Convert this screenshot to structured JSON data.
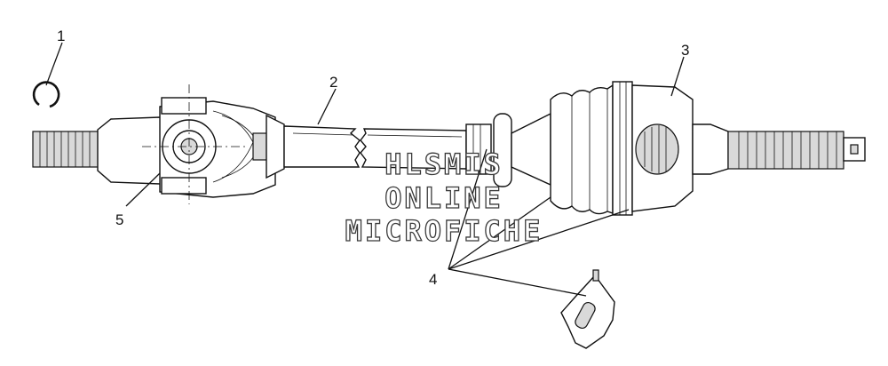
{
  "callouts": {
    "c1": "1",
    "c2": "2",
    "c3": "3",
    "c4": "4",
    "c5": "5"
  },
  "watermark": {
    "line1": "HLSMIS",
    "line2": "ONLINE",
    "line3": "MICROFICHE"
  }
}
